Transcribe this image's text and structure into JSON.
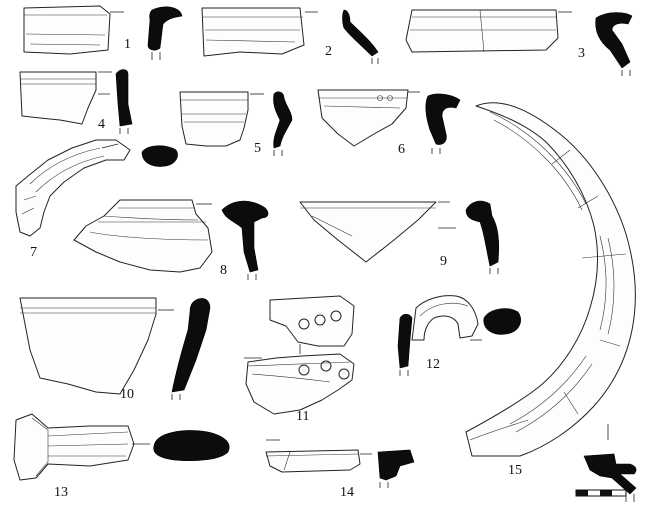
{
  "figure": {
    "labels": {
      "f1": "1",
      "f2": "2",
      "f3": "3",
      "f4": "4",
      "f5": "5",
      "f6": "6",
      "f7": "7",
      "f8": "8",
      "f9": "9",
      "f10": "10",
      "f11": "11",
      "f12": "12",
      "f13": "13",
      "f14": "14",
      "f15": "15"
    },
    "colors": {
      "ink": "#111111",
      "section_fill": "#0c0c0c",
      "paper": "#ffffff"
    }
  }
}
